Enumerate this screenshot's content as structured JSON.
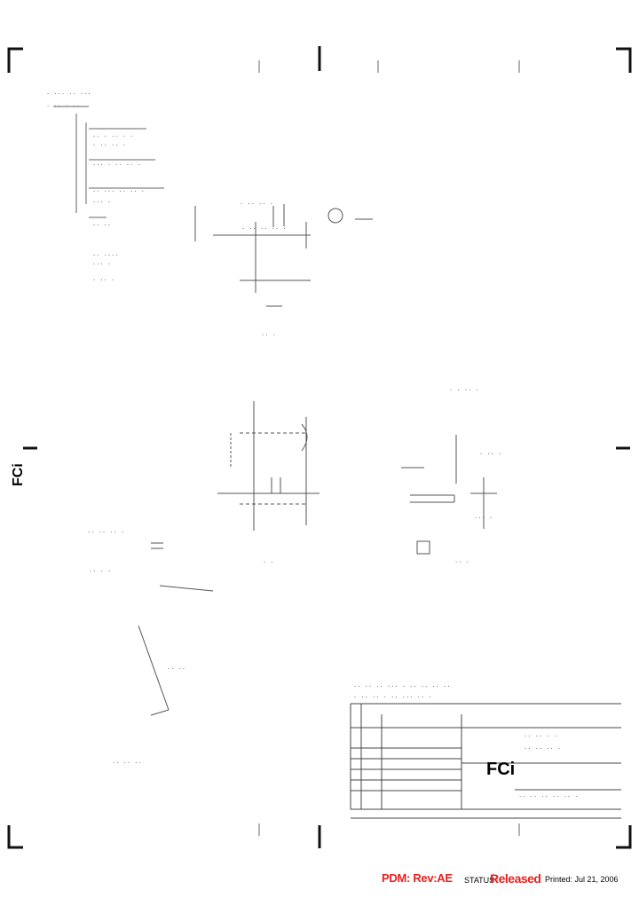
{
  "footer": {
    "pdm_label": "PDM: Rev:AE",
    "status_label": "STATUS",
    "status_value": "Released",
    "printed": "Printed: Jul 21, 2006"
  },
  "logos": {
    "side": "FCi",
    "title_block": "FCi"
  },
  "colors": {
    "accent": "#e8211e",
    "drawing_line": "#4a4a4a",
    "faint_text": "#6a6a6a"
  },
  "icons": {
    "logo": "fci-logo"
  }
}
